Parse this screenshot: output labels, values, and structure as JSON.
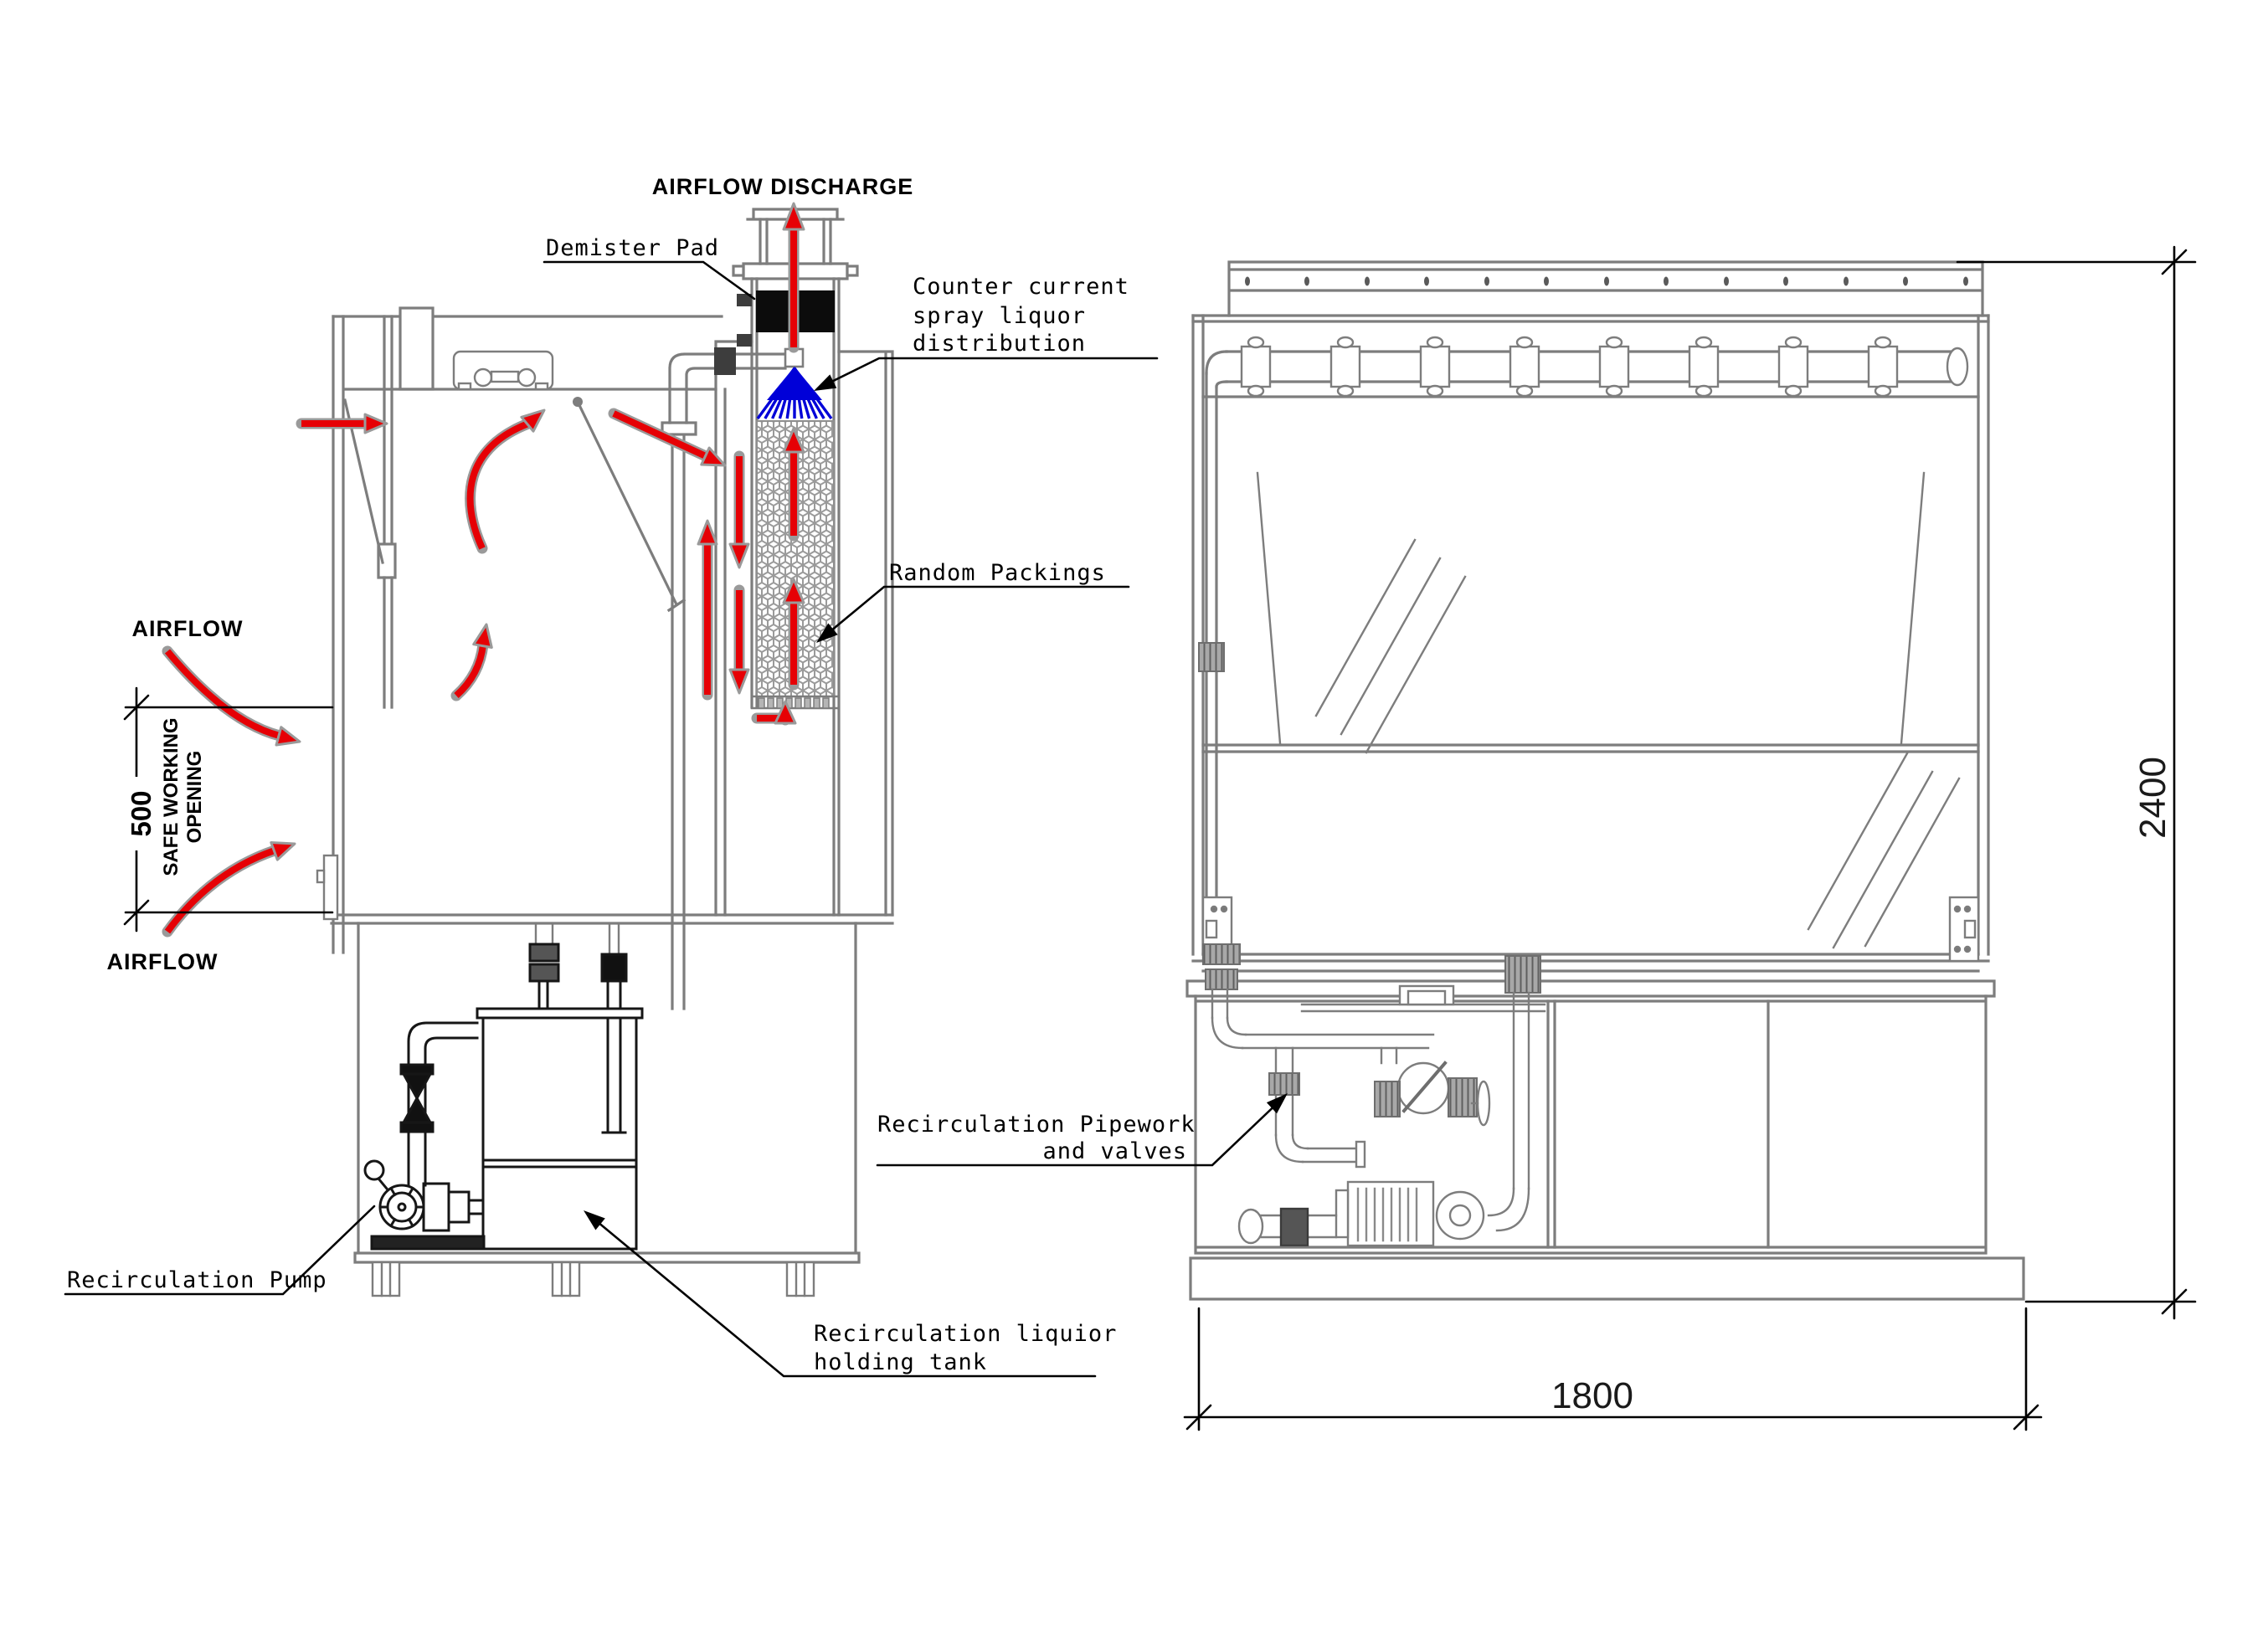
{
  "annotations": {
    "airflow_discharge": "AIRFLOW DISCHARGE",
    "demister_pad": "Demister Pad",
    "counter_current": [
      "Counter current",
      "spray liquor",
      "distribution"
    ],
    "random_packings": "Random Packings",
    "airflow_inlet_top": "AIRFLOW",
    "airflow_inlet_bottom": "AIRFLOW",
    "safe_working_opening": {
      "value": "500",
      "line1": "SAFE WORKING",
      "line2": "OPENING"
    },
    "recirculation_pump": "Recirculation Pump",
    "holding_tank": [
      "Recirculation liquior",
      "holding tank"
    ],
    "recirculation_pipework": [
      "Recirculation Pipework",
      "and valves"
    ]
  },
  "dimensions": {
    "overall_height_mm": "2400",
    "overall_width_mm": "1800",
    "opening_mm": "500"
  },
  "colors": {
    "airflow_red": "#e60005",
    "spray_blue": "#0000d8",
    "linework_gray": "#7d7d7d",
    "annotation_black": "#000000"
  }
}
